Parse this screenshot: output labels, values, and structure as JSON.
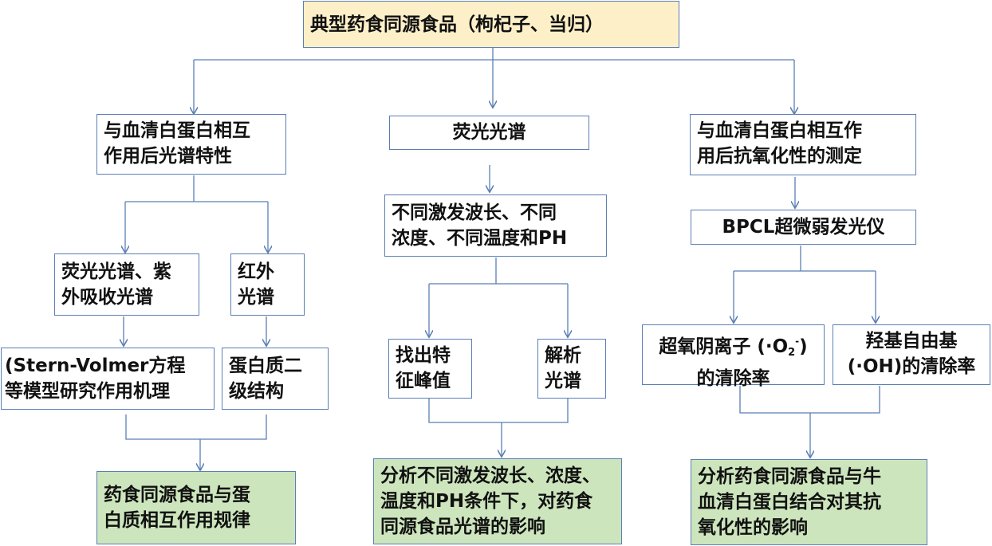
{
  "top": {
    "title": "典型药食同源食品（枸杞子、当归）"
  },
  "col1": {
    "header": [
      "与血清白蛋白相互",
      "作用后光谱特性"
    ],
    "left_method": [
      "荧光光谱、紫",
      "外吸收光谱"
    ],
    "right_method": [
      "红外",
      "光谱"
    ],
    "left_result": [
      "(Stern-Volmer方程",
      "等模型研究作用机理"
    ],
    "right_result": [
      "蛋白质二",
      "级结构"
    ],
    "conclusion": [
      "药食同源食品与蛋",
      "白质相互作用规律"
    ]
  },
  "col2": {
    "header": [
      "荧光光谱"
    ],
    "conditions": [
      "不同激发波长、不同",
      "浓度、不同温度和PH"
    ],
    "left_step": [
      "找出特",
      "征峰值"
    ],
    "right_step": [
      "解析",
      "光谱"
    ],
    "conclusion": [
      "分析不同激发波长、浓度、",
      "温度和PH条件下，对药食",
      "同源食品光谱的影响"
    ]
  },
  "col3": {
    "header": [
      "与血清白蛋白相互作",
      "用后抗氧化性的测定"
    ],
    "instrument": [
      "BPCL超微弱发光仪"
    ],
    "superoxide": {
      "prefix": "超氧阴离子 (·O",
      "subscript": "2",
      "superscript": "-",
      "suffix": ")",
      "line2": "的清除率"
    },
    "hydroxyl": [
      "羟基自由基",
      "(·OH)的清除率"
    ],
    "conclusion": [
      "分析药食同源食品与牛",
      "血清白蛋白结合对其抗",
      "氧化性的影响"
    ]
  },
  "colors": {
    "border": "#5b7fb5",
    "top_fill": "#fdf0c8",
    "result_fill": "#cde5bd",
    "connector": "#5b7fb5"
  }
}
